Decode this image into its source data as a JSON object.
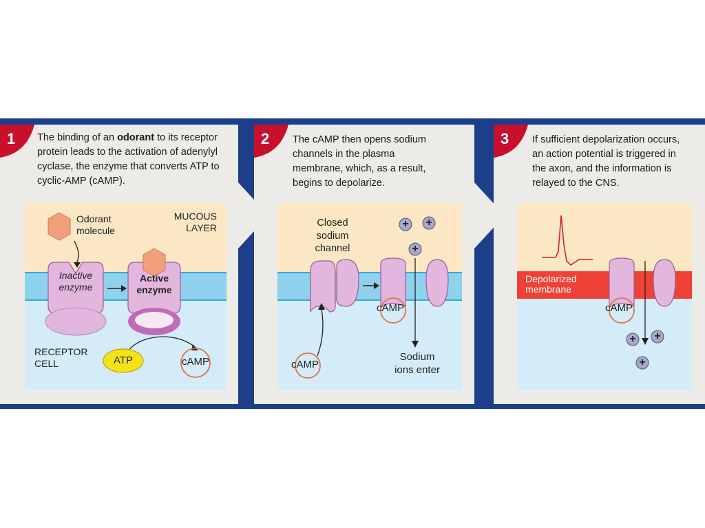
{
  "colors": {
    "frame": "#1d3f8a",
    "panel": "#ecebe8",
    "mucous": "#fbe7c4",
    "membrane": "#8fd2ee",
    "cell": "#d3ecf8",
    "badge": "#c8102e",
    "enzyme": "#e3b6dd",
    "odorant": "#f2a07b",
    "atp": "#f5e21a",
    "depolarized": "#ef4136"
  },
  "panels": [
    {
      "number": "1",
      "text_lines": [
        [
          "The binding of an ",
          "odorant",
          " to its receptor"
        ],
        "protein leads to the activation of adenylyl",
        "cyclase, the enzyme that converts ATP to",
        "cyclic-AMP (cAMP)."
      ],
      "labels": {
        "odorant_molecule": [
          "Odorant",
          "molecule"
        ],
        "mucous_layer": [
          "MUCOUS",
          "LAYER"
        ],
        "inactive_enzyme": [
          "Inactive",
          "enzyme"
        ],
        "active_enzyme": [
          "Active",
          "enzyme"
        ],
        "receptor_cell": [
          "RECEPTOR",
          "CELL"
        ],
        "atp": "ATP",
        "camp": "cAMP"
      }
    },
    {
      "number": "2",
      "text_lines": [
        "The cAMP then opens sodium",
        "channels in the plasma",
        "membrane, which, as a result,",
        "begins to depolarize."
      ],
      "labels": {
        "closed_channel": [
          "Closed",
          "sodium",
          "channel"
        ],
        "camp_bound": "cAMP",
        "camp_free": "cAMP",
        "sodium_enter": [
          "Sodium",
          "ions enter"
        ],
        "plus": "+"
      }
    },
    {
      "number": "3",
      "text_lines": [
        "If sufficient depolarization occurs,",
        "an action potential is triggered in",
        "the axon, and the information is",
        "relayed to the CNS."
      ],
      "labels": {
        "depolarized": [
          "Depolarized",
          "membrane"
        ],
        "camp": "cAMP",
        "plus": "+"
      }
    }
  ]
}
